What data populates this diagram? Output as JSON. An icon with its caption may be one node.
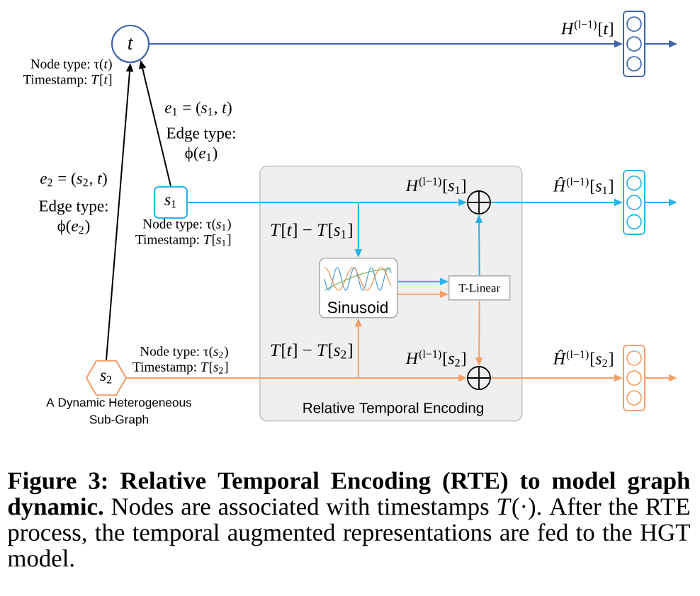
{
  "diagram": {
    "caption": "**Figure 3: Relative Temporal Encoding (RTE) to model graph dynamic.** Nodes are associated with timestamps *T*(·). After the RTE process, the temporal augmented representations are fed to the HGT model.",
    "nodes": [
      {
        "text": [
          "*t*"
        ],
        "beside": [
          "Node type: τ(*t*)",
          "Timestamp: *T*[*t*]"
        ]
      },
      {
        "text": [
          "*s*$_{1}$"
        ],
        "beside": [
          "Node type: τ(*s*$_{1}$)",
          "Timestamp: *T*[*s*$_{1}$]"
        ]
      },
      {
        "text": [
          "*s*$_{2}$"
        ],
        "beside": [
          "Node type: τ(*s*$_{2}$)",
          "Timestamp: *T*[*s*$_{2}$]"
        ]
      },
      {
        "text": [
          "Relative Temporal Encoding"
        ]
      },
      {
        "text": [
          "Sinusoid"
        ],
        "in": 3
      },
      {
        "text": [
          "T-Linear"
        ],
        "in": 3
      },
      {
        "text": [],
        "shape": "circle",
        "in": 3
      },
      {
        "text": [],
        "shape": "circle",
        "in": 3
      },
      {
        "text": [],
        "shape": "box"
      },
      {
        "text": [],
        "shape": "box"
      },
      {
        "text": [],
        "shape": "box"
      }
    ],
    "edges": [
      {
        "from": 1,
        "to": 0,
        "arrow": "to",
        "label": "*e*$_{1}$ = (*s*$_{1}$, *t*)",
        "color": "#000000"
      },
      {
        "from": 2,
        "to": 0,
        "arrow": "to",
        "label": "*e*$_{2}$ = (*s*$_{2}$, *t*)",
        "color": "#000000"
      },
      {
        "from": 0,
        "to": 8,
        "arrow": "to",
        "label": "*H*$^{(l−1)}$[*t*]",
        "color": "#3d63ab"
      },
      {
        "from": 1,
        "to": 6,
        "arrow": "to",
        "label": "*H*$^{(l−1)}$[*s*$_{1}$]",
        "color": "#27b2ea"
      },
      {
        "from": 1,
        "to": 4,
        "arrow": "to",
        "label": "*T*[*t*] − *T*[*s*$_{1}$]",
        "color": "#27b2ea"
      },
      {
        "from": 4,
        "to": 5,
        "arrow": "to",
        "color": "#27b2ea"
      },
      {
        "from": 4,
        "to": 5,
        "arrow": "to",
        "color": "#f5a06a"
      },
      {
        "from": 5,
        "to": 6,
        "arrow": "to",
        "color": "#27b2ea"
      },
      {
        "from": 5,
        "to": 7,
        "arrow": "to",
        "color": "#f5a06a"
      },
      {
        "from": 6,
        "to": 9,
        "arrow": "to",
        "label": "*Ĥ*$^{(l−1)}$[*s*$_{1}$]",
        "color": "#27b2ea"
      },
      {
        "from": 2,
        "to": 7,
        "arrow": "to",
        "label": "*H*$^{(l−1)}$[*s*$_{2}$]",
        "color": "#f5a06a"
      },
      {
        "from": 2,
        "to": 4,
        "arrow": "to",
        "label": "*T*[*t*] − *T*[*s*$_{2}$]",
        "color": "#f5a06a"
      },
      {
        "from": 7,
        "to": 10,
        "arrow": "to",
        "label": "*Ĥ*$^{(l−1)}$[*s*$_{2}$]",
        "color": "#f5a06a"
      },
      {
        "from": 8,
        "to": null,
        "arrow": "to",
        "color": "#3d63ab"
      },
      {
        "from": 9,
        "to": null,
        "arrow": "to",
        "color": "#27b2ea"
      },
      {
        "from": 10,
        "to": null,
        "arrow": "to",
        "color": "#f5a06a"
      }
    ],
    "labels": [
      "Edge type: ϕ(*e*$_{1}$)",
      "Edge type: ϕ(*e*$_{2}$)",
      "A Dynamic Heterogeneous Sub-Graph"
    ]
  }
}
